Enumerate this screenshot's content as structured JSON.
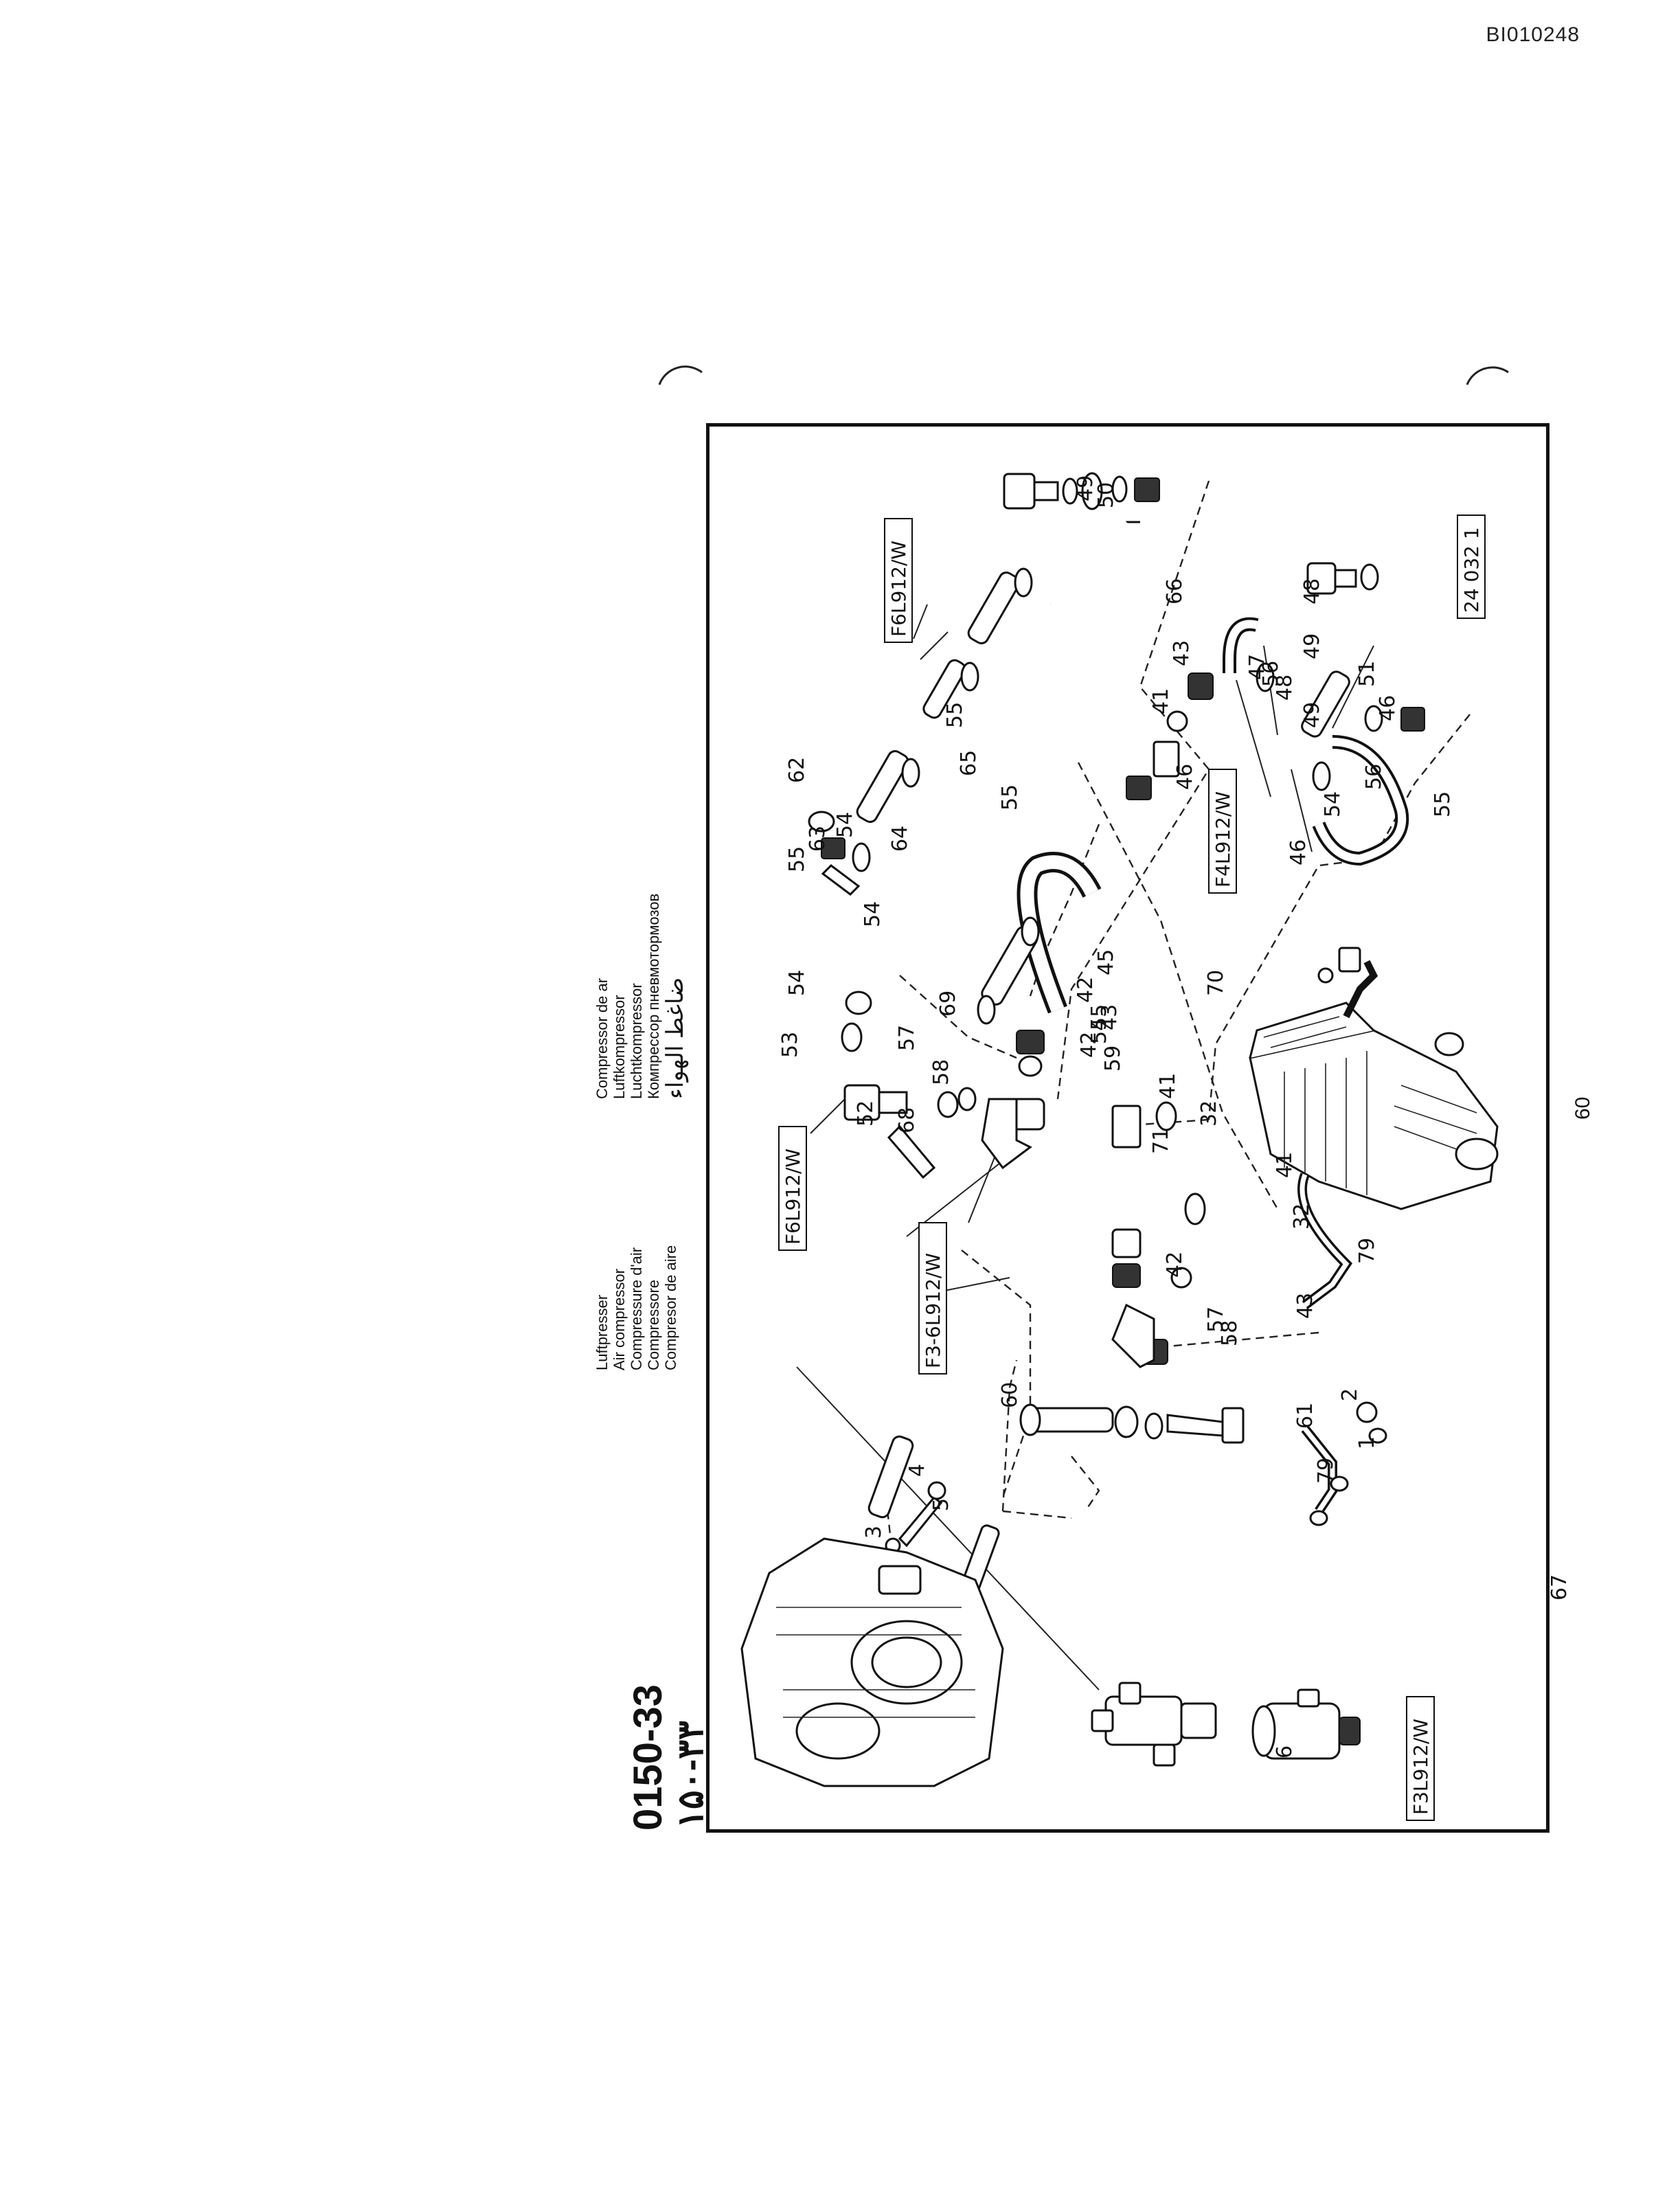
{
  "doc_id": "BI010248",
  "page_number": "60",
  "section": {
    "code": "0150-33",
    "code_arabic": "۱۵۰-۳۳"
  },
  "titles": {
    "left_column": [
      "Luftpresser",
      "Air compressor",
      "Compressure d'air",
      "Compressore",
      "Compresor de aire"
    ],
    "right_column": [
      "Compressor de ar",
      "Luftkompressor",
      "Luchtkompressor",
      "Компрессор пневмотормозов",
      "ضاغط الهواء"
    ]
  },
  "engine_codes": [
    "F6L912/W",
    "F6L912/W",
    "F3-6L912/W",
    "F3L912/W",
    "F4L912/W"
  ],
  "drawing_ref": "24 032 1",
  "part_labels": [
    "1",
    "2",
    "3",
    "4",
    "5",
    "6",
    "32",
    "32",
    "41",
    "41",
    "41",
    "42",
    "42",
    "42",
    "43",
    "43",
    "43",
    "45",
    "46",
    "46",
    "46",
    "47",
    "48",
    "48",
    "49",
    "49",
    "49",
    "50",
    "51",
    "52",
    "53",
    "54",
    "54",
    "54",
    "54",
    "54",
    "55",
    "55",
    "55",
    "55",
    "55",
    "56",
    "56",
    "57",
    "57",
    "58",
    "58",
    "59",
    "60",
    "61",
    "62",
    "63",
    "64",
    "65",
    "66",
    "67",
    "68",
    "69",
    "70",
    "71",
    "79",
    "79"
  ]
}
